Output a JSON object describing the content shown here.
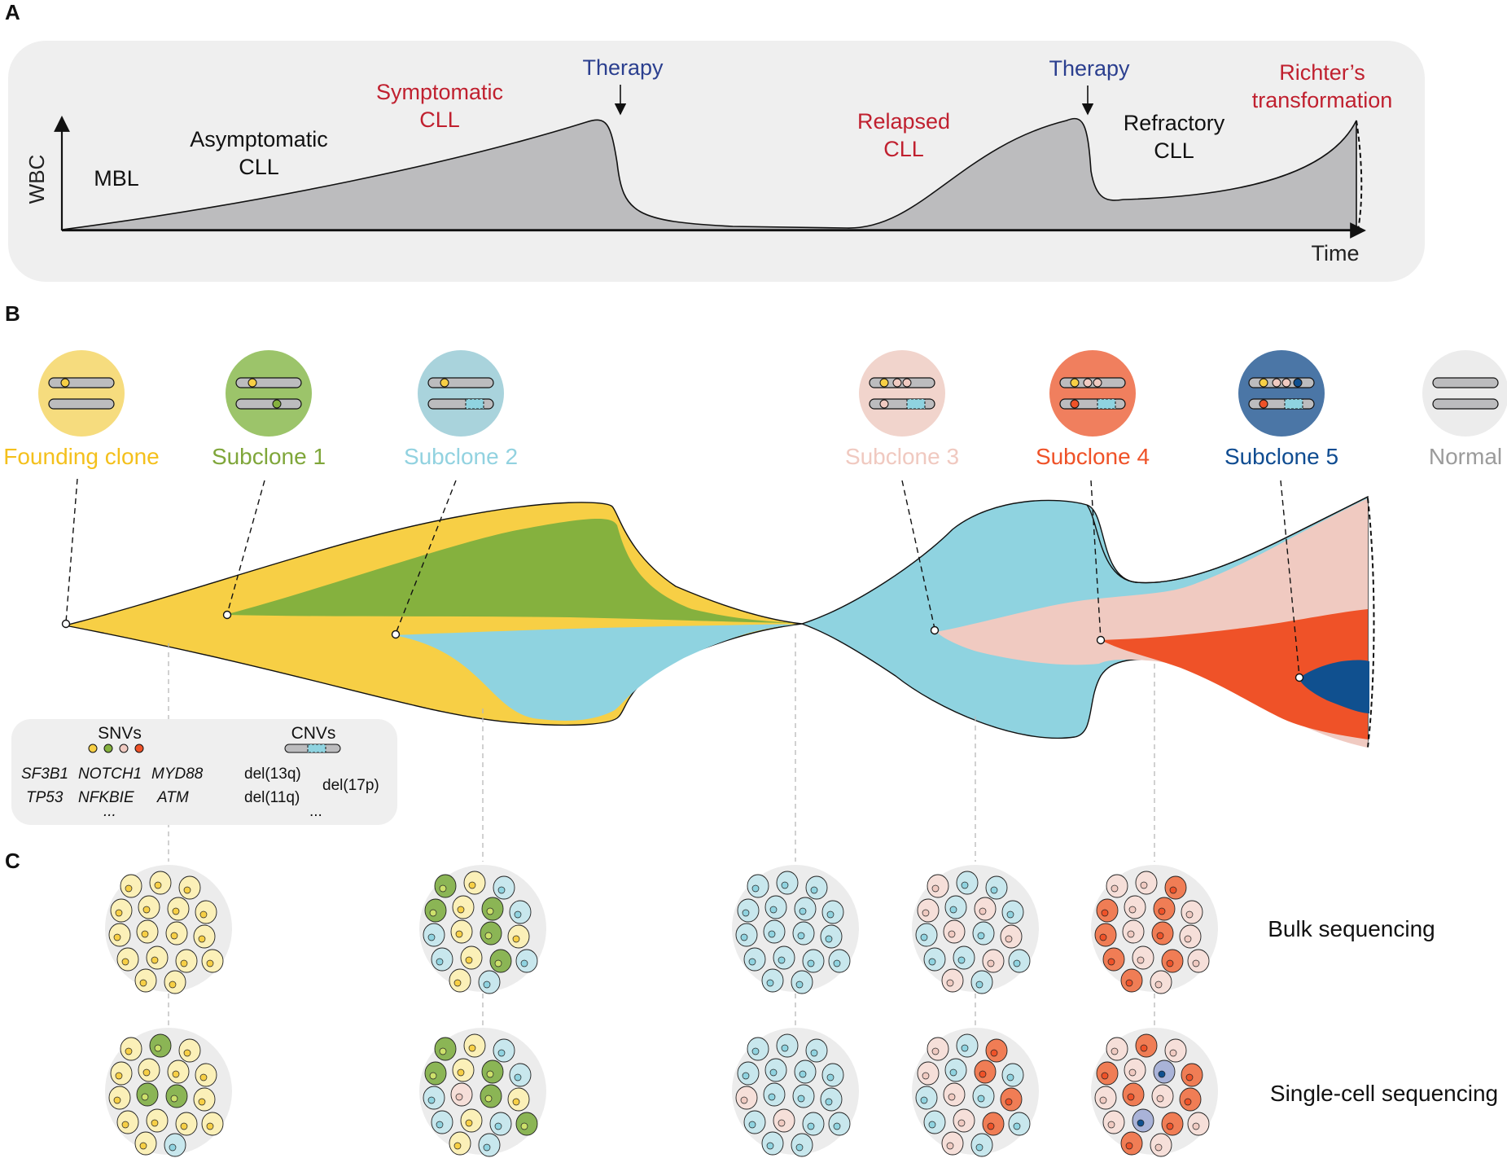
{
  "panels": {
    "a": "A",
    "b": "B",
    "c": "C"
  },
  "panelA": {
    "y_axis_label": "WBC",
    "x_axis_label": "Time",
    "stages": [
      {
        "lines": [
          "MBL"
        ],
        "color": "#111111"
      },
      {
        "lines": [
          "Asymptomatic",
          "CLL"
        ],
        "color": "#111111"
      },
      {
        "lines": [
          "Symptomatic",
          "CLL"
        ],
        "color": "#c0202f"
      },
      {
        "lines": [
          "Relapsed",
          "CLL"
        ],
        "color": "#c0202f"
      },
      {
        "lines": [
          "Refractory",
          "CLL"
        ],
        "color": "#111111"
      },
      {
        "lines": [
          "Richter’s",
          "transformation"
        ],
        "color": "#c0202f"
      }
    ],
    "therapy": [
      "Therapy",
      "Therapy"
    ],
    "therapy_color": "#2b3f8f"
  },
  "clones": [
    {
      "name": "Founding clone",
      "color": "#f7cf45",
      "bg": "#f6dc7e"
    },
    {
      "name": "Subclone 1",
      "color": "#7fa63a",
      "bg": "#9cc46a"
    },
    {
      "name": "Subclone 2",
      "color": "#8fd1df",
      "bg": "#a9d3dc"
    },
    {
      "name": "Subclone 3",
      "color": "#f0c9c0",
      "bg": "#f1d4cc"
    },
    {
      "name": "Subclone 4",
      "color": "#ef5228",
      "bg": "#f07f5e"
    },
    {
      "name": "Subclone 5",
      "color": "#104d92",
      "bg": "#4b76a6"
    },
    {
      "name": "Normal",
      "color": "#9b9b9b",
      "bg": "#ececec"
    }
  ],
  "clone_label_colors": [
    "#f4c01c",
    "#7fa63a",
    "#92d2e0",
    "#f0c9c0",
    "#ef5228",
    "#0f4c91",
    "#9b9b9b"
  ],
  "legend": {
    "snv_title": "SNVs",
    "cnv_title": "CNVs",
    "snv_genes": [
      "SF3B1",
      "NOTCH1",
      "MYD88",
      "TP53",
      "NFKBIE",
      "ATM"
    ],
    "cnvs": [
      "del(13q)",
      "del(11q)",
      "del(17p)"
    ],
    "ellipsis": "..."
  },
  "panelC": {
    "rows": [
      "Bulk sequencing",
      "Single-cell sequencing"
    ]
  },
  "colors": {
    "panel_bg": "#efefef",
    "wbc_fill": "#bcbcbe",
    "yellow": "#f7cf45",
    "green": "#85b13e",
    "blue": "#8fd3e0",
    "pink": "#f0cac1",
    "orange": "#ef5228",
    "navy": "#10508f"
  }
}
